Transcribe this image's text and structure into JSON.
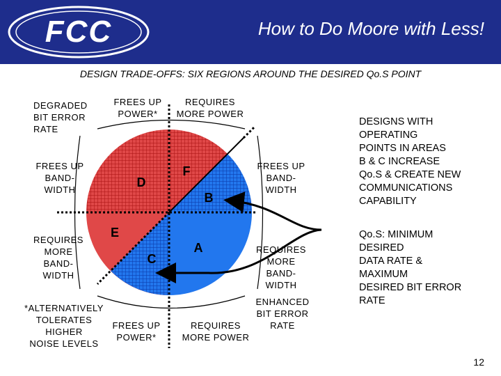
{
  "header": {
    "logo_text": "FCC",
    "title": "How to Do Moore with Less!"
  },
  "subtitle": "DESIGN TRADE-OFFS: SIX REGIONS AROUND THE DESIRED Qo.S POINT",
  "labels": {
    "degraded_ber": [
      "DEGRADED",
      "BIT ERROR",
      "RATE"
    ],
    "frees_up_power_top": [
      "FREES UP",
      "POWER*"
    ],
    "requires_more_power_top": [
      "REQUIRES",
      "MORE POWER"
    ],
    "frees_up_bandwidth_left": [
      "FREES UP",
      "BAND-",
      "WIDTH"
    ],
    "frees_up_bandwidth_right": [
      "FREES UP",
      "BAND-",
      "WIDTH"
    ],
    "requires_more_bandwidth_left": [
      "REQUIRES",
      "MORE",
      "BAND-",
      "WIDTH"
    ],
    "requires_more_bandwidth_right": [
      "REQUIRES",
      "MORE",
      "BAND-",
      "WIDTH"
    ],
    "alternatively": [
      "*ALTERNATIVELY",
      "TOLERATES HIGHER",
      "NOISE LEVELS"
    ],
    "frees_up_power_bottom": [
      "FREES UP",
      "POWER*"
    ],
    "requires_more_power_bottom": [
      "REQUIRES",
      "MORE POWER"
    ],
    "enhanced_ber": [
      "ENHANCED",
      "BIT ERROR",
      "RATE"
    ]
  },
  "regions": {
    "a": "A",
    "b": "B",
    "c": "C",
    "d": "D",
    "e": "E",
    "f": "F"
  },
  "side_notes": {
    "designs_with": [
      "DESIGNS WITH",
      "OPERATING",
      "POINTS IN AREAS",
      "B & C INCREASE",
      "Qo.S & CREATE NEW",
      "COMMUNICATIONS",
      "CAPABILITY"
    ],
    "qos_minimum": [
      "Qo.S: MINIMUM",
      "DESIRED",
      "DATA RATE &",
      "MAXIMUM",
      "DESIRED BIT ERROR",
      "RATE"
    ]
  },
  "page_number": "12",
  "colors": {
    "header_bg": "#1e2d8c",
    "red_region": "#e04848",
    "red_hatch": "#b01818",
    "blue_region": "#2277ee",
    "blue_hatch": "#0d3fb0"
  }
}
